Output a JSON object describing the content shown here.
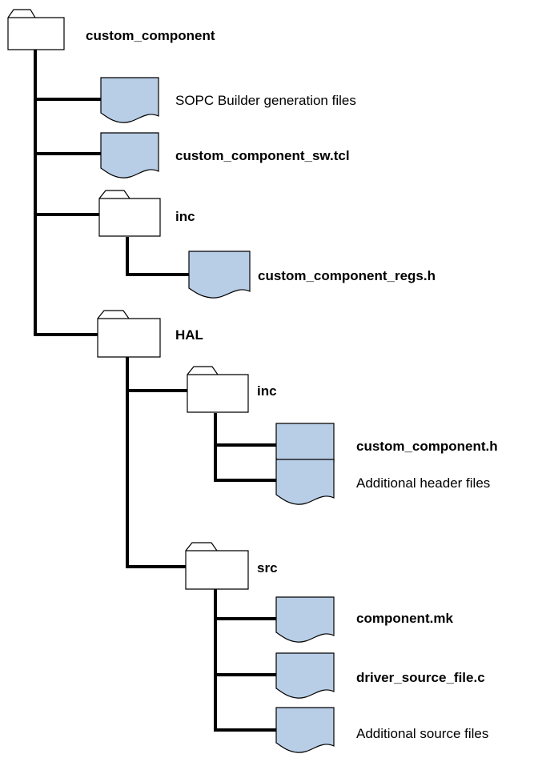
{
  "colors": {
    "file_fill": "#b8cde6",
    "folder_fill": "#ffffff",
    "stroke": "#000000",
    "connector": "#000000"
  },
  "tree": {
    "root": {
      "label": "custom_component",
      "type": "folder",
      "bold": true
    },
    "sopc_files": {
      "label": "SOPC Builder generation files",
      "type": "file",
      "bold": false
    },
    "sw_tcl": {
      "label": "custom_component_sw.tcl",
      "type": "file",
      "bold": true
    },
    "inc": {
      "label": "inc",
      "type": "folder",
      "bold": true
    },
    "regs_h": {
      "label": "custom_component_regs.h",
      "type": "file",
      "bold": true
    },
    "hal": {
      "label": "HAL",
      "type": "folder",
      "bold": true
    },
    "hal_inc": {
      "label": "inc",
      "type": "folder",
      "bold": true
    },
    "component_h": {
      "label": "custom_component.h",
      "type": "file",
      "bold": true
    },
    "add_headers": {
      "label": "Additional header files",
      "type": "file",
      "bold": false
    },
    "hal_src": {
      "label": "src",
      "type": "folder",
      "bold": true
    },
    "component_mk": {
      "label": "component.mk",
      "type": "file",
      "bold": true
    },
    "driver_c": {
      "label": "driver_source_file.c",
      "type": "file",
      "bold": true
    },
    "add_sources": {
      "label": "Additional source files",
      "type": "file",
      "bold": false
    }
  }
}
